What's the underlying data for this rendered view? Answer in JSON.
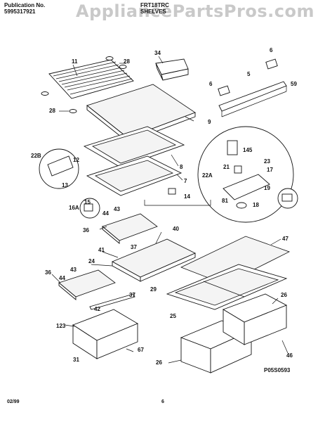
{
  "header": {
    "publication_label": "Publication No.",
    "publication_number": "5995317921",
    "model": "FRT18TRC",
    "section": "SHELVES",
    "watermark": "AppliancePartsPros.com"
  },
  "footer": {
    "date": "02/99",
    "page": "6",
    "figure_code": "P05S0593"
  },
  "callouts": {
    "c11": "11",
    "c28a": "28",
    "c28b": "28",
    "c34": "34",
    "c6a": "6",
    "c6b": "6",
    "c5": "5",
    "c59": "59",
    "c9": "9",
    "c22b": "22B",
    "c12": "12",
    "c13": "13",
    "c8": "8",
    "c7": "7",
    "c14": "14",
    "c145": "145",
    "c23": "23",
    "c22a": "22A",
    "c21": "21",
    "c17": "17",
    "c19": "19",
    "c81": "81",
    "c18": "18",
    "c15": "15",
    "c16a": "16A",
    "c44a": "44",
    "c43a": "43",
    "c36a": "36",
    "c37a": "37",
    "c40": "40",
    "c41": "41",
    "c24": "24",
    "c29": "29",
    "c47": "47",
    "c36b": "36",
    "c43b": "43",
    "c44b": "44",
    "c37b": "37",
    "c42": "42",
    "c123": "123",
    "c25": "25",
    "c26a": "26",
    "c67": "67",
    "c31": "31",
    "c26b": "26",
    "c46": "46"
  }
}
